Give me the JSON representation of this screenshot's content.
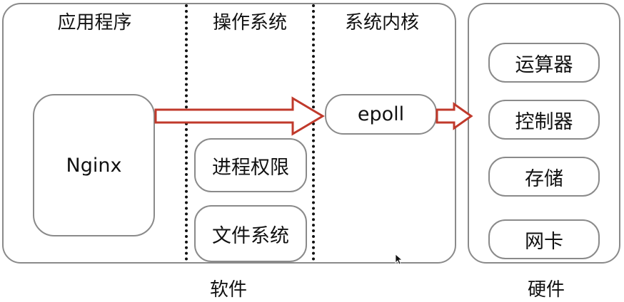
{
  "sections": {
    "software_caption": "软件",
    "hardware_caption": "硬件"
  },
  "columns": {
    "application": "应用程序",
    "os": "操作系统",
    "kernel": "系统内核"
  },
  "nodes": {
    "nginx": "Nginx",
    "epoll": "epoll",
    "process_permission": "进程权限",
    "file_system": "文件系统"
  },
  "hardware": {
    "alu": "运算器",
    "controller": "控制器",
    "storage": "存储",
    "nic": "网卡"
  },
  "colors": {
    "arrow_stroke": "#c0392b",
    "box_border": "#8a8a8a"
  },
  "icons": {
    "cursor": "mouse-pointer-icon"
  }
}
